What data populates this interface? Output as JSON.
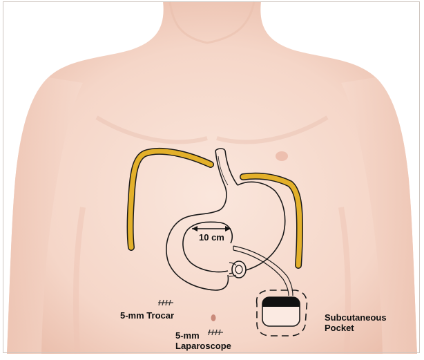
{
  "labels": {
    "measurement": "10 cm",
    "trocar": "5-mm Trocar",
    "laparoscope_size": "5-mm",
    "laparoscope": "Laparoscope",
    "pocket_line1": "Subcutaneous",
    "pocket_line2": "Pocket"
  },
  "colors": {
    "skin": "#f6d9cc",
    "skin_shadow": "#ecc1b0",
    "electrode_lead": "#e3b02a",
    "outline": "#1a1a1a",
    "stimulator_cap": "#111111"
  },
  "icons": {
    "stimulator": "stimulator-device-icon",
    "suture_marks": "suture-icon"
  }
}
